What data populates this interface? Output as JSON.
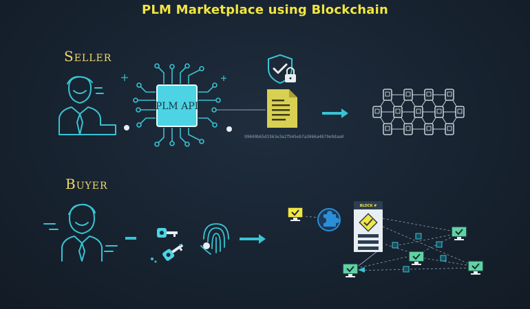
{
  "title": "PLM Marketplace using Blockchain",
  "seller": {
    "label": "Seller"
  },
  "buyer": {
    "label": "Buyer"
  },
  "api": {
    "label": "PLM API"
  },
  "hash": "99600b65d3363e3a2fb45eb7a3066a4879e9daa0",
  "block": {
    "label": "BLOCK #"
  },
  "colors": {
    "title": "#f2e640",
    "label": "#f2d86b",
    "teal": "#38c4d4",
    "chip": "#4cd4e4",
    "document": "#d8d052",
    "monitor_green": "#5fd3a0",
    "monitor_yellow": "#f2e640",
    "puzzle": "#2b8fd8"
  },
  "icons": [
    "seller-person-icon",
    "buyer-person-icon",
    "chip-circuit-icon",
    "shield-check-icon",
    "padlock-icon",
    "document-icon",
    "arrow-right-icon",
    "blockchain-network-icon",
    "key-icon",
    "fingerprint-icon",
    "puzzle-icon",
    "block-card-icon",
    "monitor-check-icon"
  ]
}
